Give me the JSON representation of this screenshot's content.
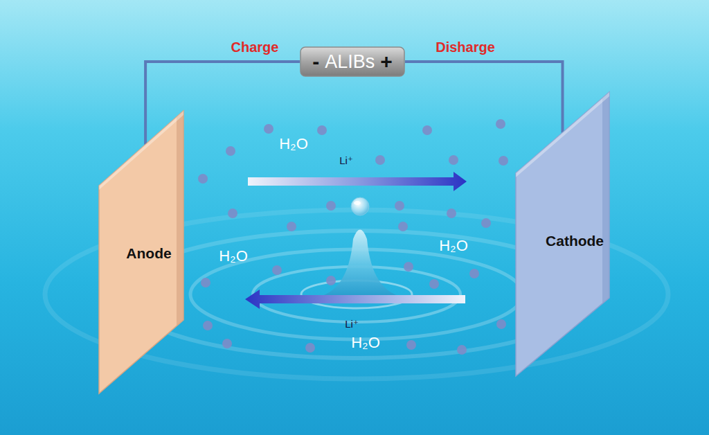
{
  "diagram": {
    "nodes": [
      {
        "text": [
          "-",
          "ALIBs",
          "+"
        ]
      },
      {
        "text": [
          "Anode"
        ]
      },
      {
        "text": [
          "Cathode"
        ]
      }
    ],
    "edges": [
      {
        "from": 0,
        "to": 1,
        "arrow": "none"
      },
      {
        "from": 0,
        "to": 2,
        "arrow": "none"
      }
    ],
    "labels": [
      "Charge",
      "Disharge",
      "H₂O",
      "Li⁺",
      "H₂O",
      "H₂O",
      "Li⁺",
      "H₂O"
    ]
  }
}
